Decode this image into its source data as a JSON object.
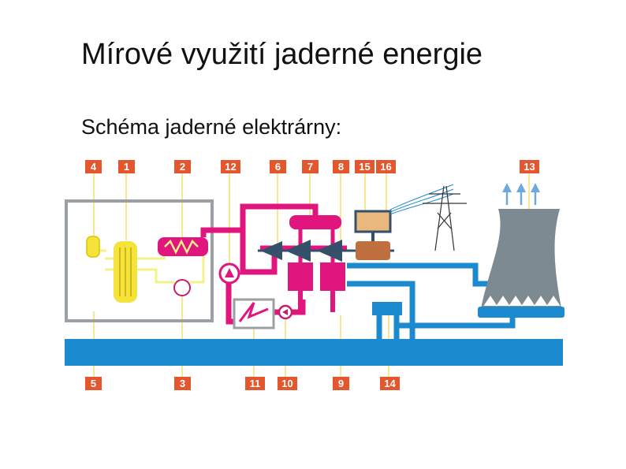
{
  "slide": {
    "title": "Mírové využití jaderné energie",
    "subtitle": "Schéma jaderné elektrárny:"
  },
  "diagram": {
    "labels": [
      "1",
      "2",
      "3",
      "4",
      "5",
      "6",
      "7",
      "8",
      "9",
      "10",
      "11",
      "12",
      "13",
      "14",
      "15",
      "16"
    ],
    "colors": {
      "tag": "#E4572E",
      "water": "#1B8ACF",
      "primary_loop": "#F6F08A",
      "secondary_loop": "#E0157E",
      "reactor_box": "#9AA0A3",
      "cooling_tower": "#7E8A91",
      "fuel": "#F3E33A",
      "turbine": "#34506A",
      "generator": "#E9B87D",
      "generator_base": "#C0703E"
    }
  }
}
